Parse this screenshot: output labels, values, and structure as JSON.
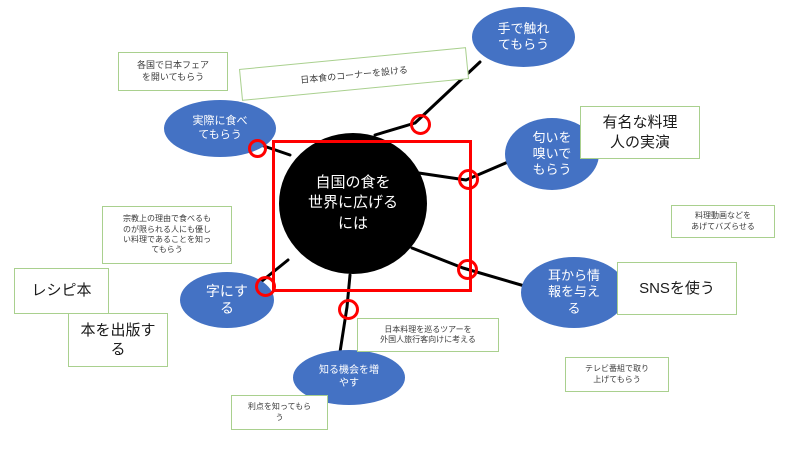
{
  "diagram": {
    "title": "自国の食を世界に広げるには",
    "colors": {
      "ellipse_fill": "#4472C4",
      "core_fill": "#000000",
      "note_border": "#A9D08E",
      "highlight": "#FF0000",
      "text_light": "#FFFFFF"
    },
    "core": {
      "label": "自国の食を\n世界に広げる\nには"
    },
    "branches": [
      {
        "id": "b1",
        "label": "実際に食べ\nてもらう"
      },
      {
        "id": "b2",
        "label": "手で触れ\nてもらう"
      },
      {
        "id": "b3",
        "label": "匂いを\n嗅いで\nもらう"
      },
      {
        "id": "b4",
        "label": "耳から情\n報を与え\nる"
      },
      {
        "id": "b5",
        "label": "知る機会を増\nやす"
      },
      {
        "id": "b6",
        "label": "字にす\nる"
      }
    ],
    "notes": [
      {
        "id": "n1",
        "text": "各国で日本フェア\nを開いてもらう"
      },
      {
        "id": "n2",
        "text": "日本食のコーナーを設ける"
      },
      {
        "id": "n3",
        "text": "有名な料理\n人の実演"
      },
      {
        "id": "n4",
        "text": "料理動画などを\nあげてバズらせる"
      },
      {
        "id": "n5",
        "text": "SNSを使う"
      },
      {
        "id": "n6",
        "text": "テレビ番組で取り\n上げてもらう"
      },
      {
        "id": "n7",
        "text": "日本料理を巡るツアーを\n外国人旅行客向けに考える"
      },
      {
        "id": "n8",
        "text": "利点を知ってもら\nう"
      },
      {
        "id": "n9",
        "text": "宗教上の理由で食べるも\nのが限られる人にも優し\nい料理であることを知っ\nてもらう"
      },
      {
        "id": "n10",
        "text": "レシピ本"
      },
      {
        "id": "n11",
        "text": "本を出版す\nる"
      }
    ],
    "markers": {
      "rect_label": "selection-rectangle",
      "circle_count": 6
    }
  }
}
